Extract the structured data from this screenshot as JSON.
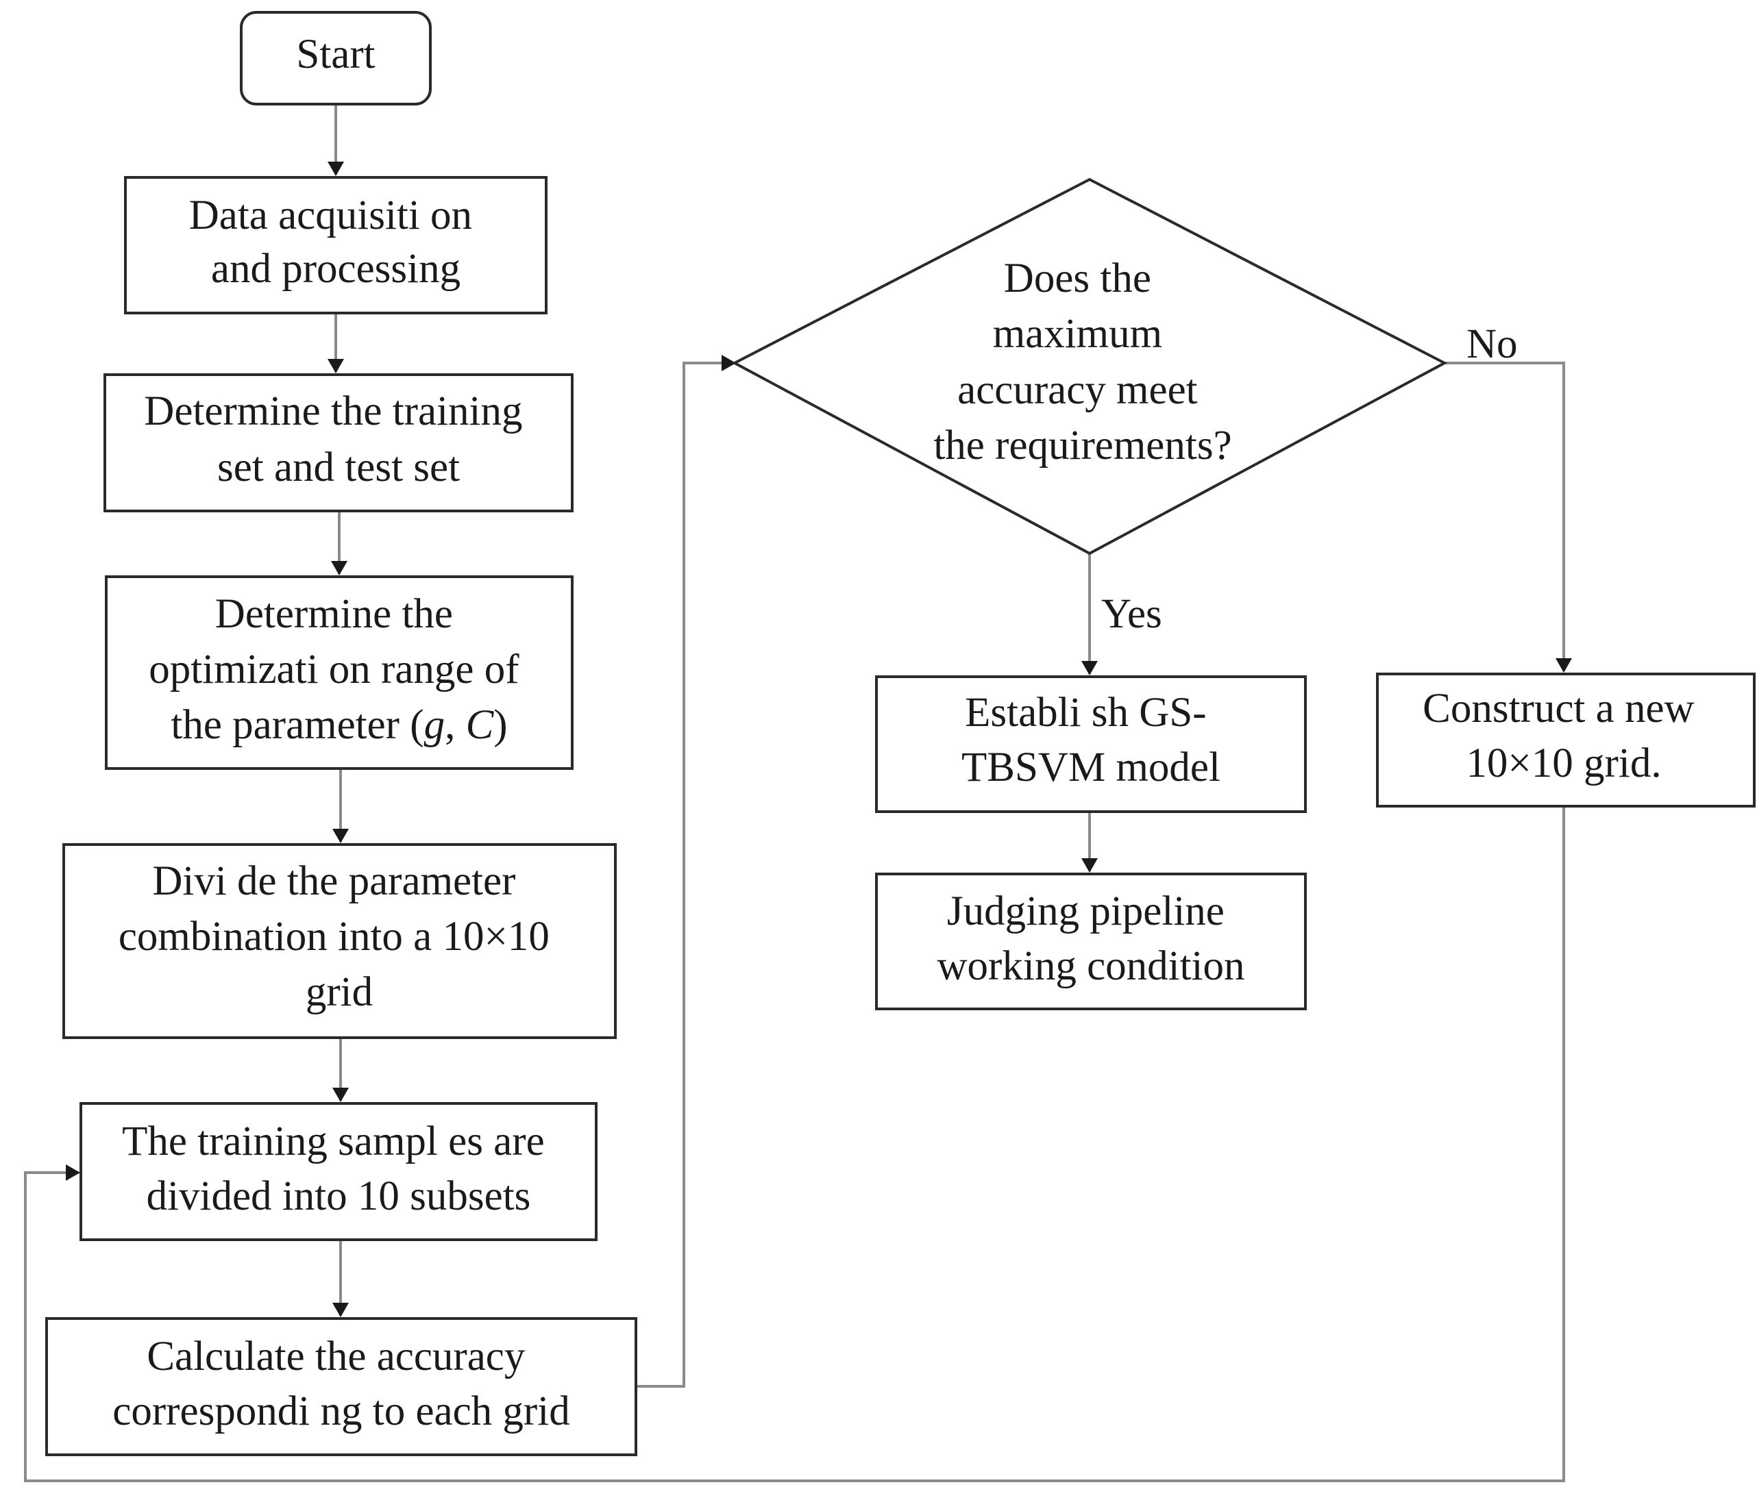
{
  "nodes": {
    "start": {
      "lines": [
        "Start"
      ]
    },
    "data_acquisition": {
      "lines": [
        "Data acquisiti on",
        "and processing"
      ]
    },
    "determine_sets": {
      "lines": [
        "Determine the training",
        "set and test set"
      ]
    },
    "determine_range": {
      "lines": [
        "Determine the",
        "optimizati on range of",
        "the parameter (g, C)"
      ]
    },
    "divide_grid": {
      "lines": [
        "Divi de the parameter",
        "combination into a 10×10",
        "grid"
      ]
    },
    "divide_subsets": {
      "lines": [
        "The training sampl es are",
        "divided into 10 subsets"
      ]
    },
    "calc_accuracy": {
      "lines": [
        "Calculate the accuracy",
        "correspondi ng to each grid"
      ]
    },
    "decision": {
      "lines": [
        "Does the",
        "maximum",
        "accuracy meet",
        "the requirements?"
      ]
    },
    "establish_model": {
      "lines": [
        "Establi sh GS-",
        "TBSVM model"
      ]
    },
    "judging": {
      "lines": [
        "Judging pipeline",
        "working condition"
      ]
    },
    "new_grid": {
      "lines": [
        "Construct a new",
        "10×10 grid."
      ]
    }
  },
  "edge_labels": {
    "no": "No",
    "yes": "Yes"
  },
  "colors": {
    "box_stroke": "#2a2a2a",
    "connector": "#8a8a8a",
    "arrowhead": "#1a1a1a",
    "text": "#1a1a1a"
  }
}
